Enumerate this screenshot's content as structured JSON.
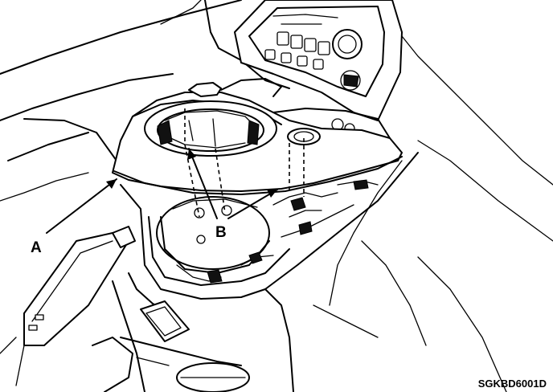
{
  "labels": {
    "a": "A",
    "b": "B"
  },
  "figure_code": "SGKBD6001D"
}
